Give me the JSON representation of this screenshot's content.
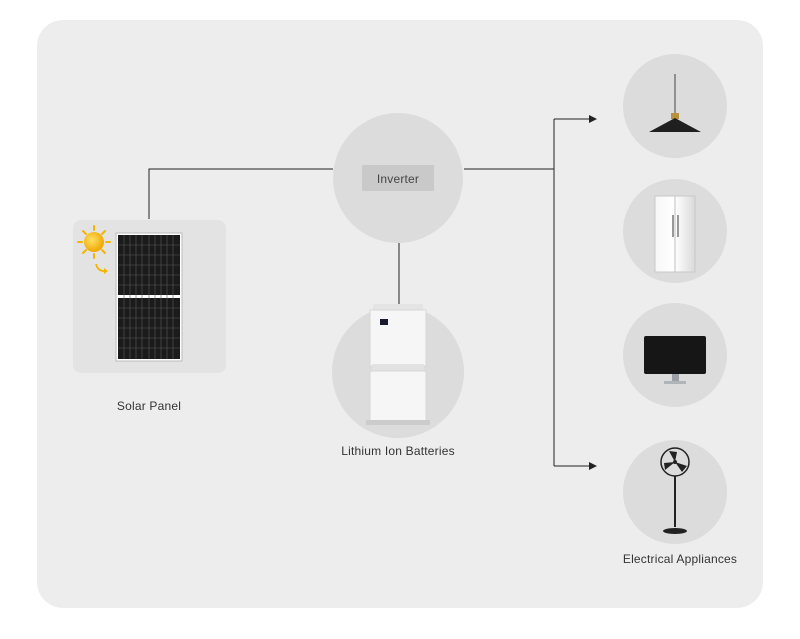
{
  "diagram": {
    "nodes": {
      "inverter": {
        "label": "Inverter"
      },
      "solar_panel": {
        "label": "Solar Panel"
      },
      "batteries": {
        "label": "Lithium Ion Batteries"
      },
      "appliances": {
        "label": "Electrical Appliances"
      }
    },
    "appliance_icons": [
      "pendant-lamp-icon",
      "refrigerator-icon",
      "monitor-icon",
      "standing-fan-icon"
    ],
    "colors": {
      "background": "#ededed",
      "circle": "#dcdcdc",
      "line": "#222222",
      "sun": "#f5b400"
    }
  }
}
